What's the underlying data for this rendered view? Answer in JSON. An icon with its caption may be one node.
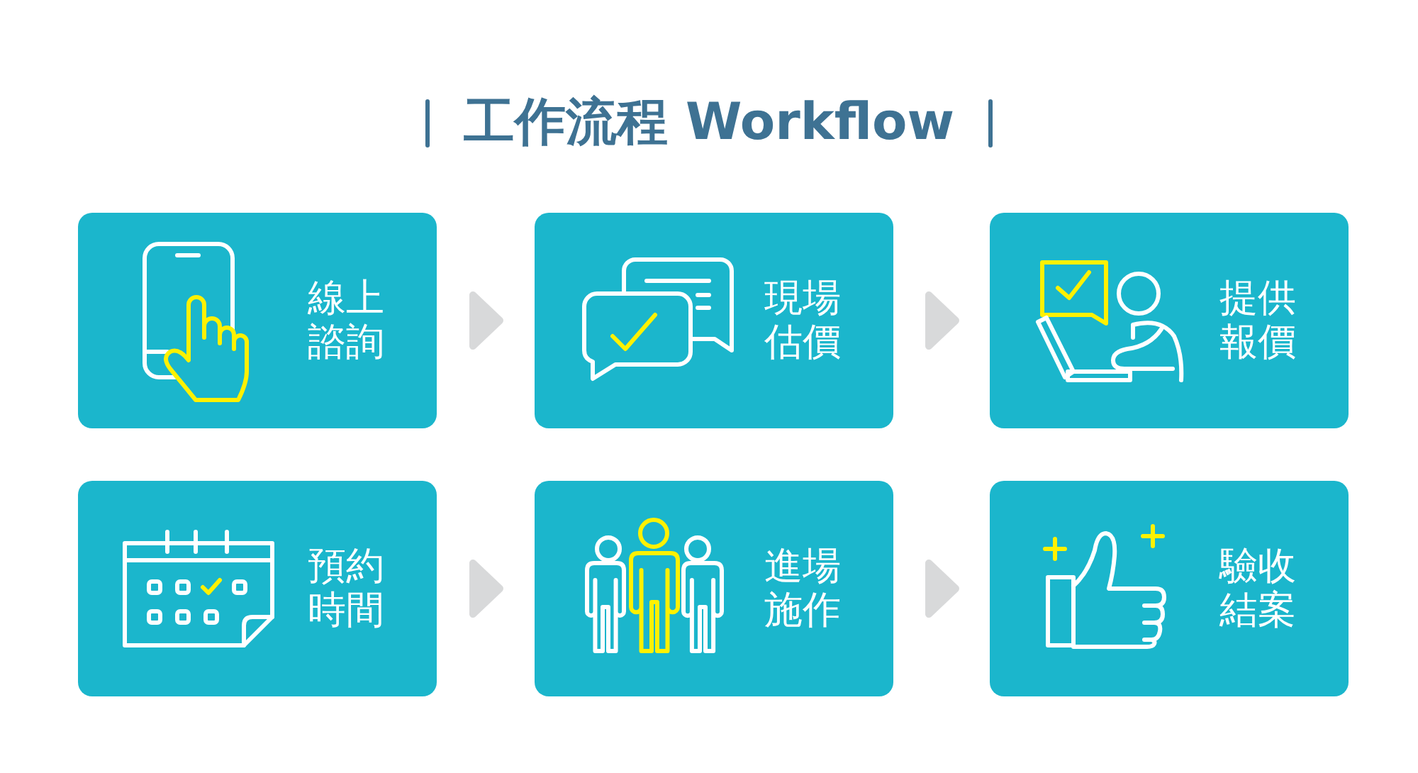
{
  "diagram": {
    "title": "工作流程 Workflow",
    "nodes": [
      {
        "text": [
          "線上諮詢"
        ]
      },
      {
        "text": [
          "現場估價"
        ]
      },
      {
        "text": [
          "提供報價"
        ]
      },
      {
        "text": [
          "預約時間"
        ]
      },
      {
        "text": [
          "進場施作"
        ]
      },
      {
        "text": [
          "驗收結案"
        ]
      }
    ],
    "edges": [
      {
        "from": 0,
        "to": 1,
        "arrow": "to"
      },
      {
        "from": 1,
        "to": 2,
        "arrow": "to"
      },
      {
        "from": 3,
        "to": 4,
        "arrow": "to"
      },
      {
        "from": 4,
        "to": 5,
        "arrow": "to"
      }
    ]
  }
}
